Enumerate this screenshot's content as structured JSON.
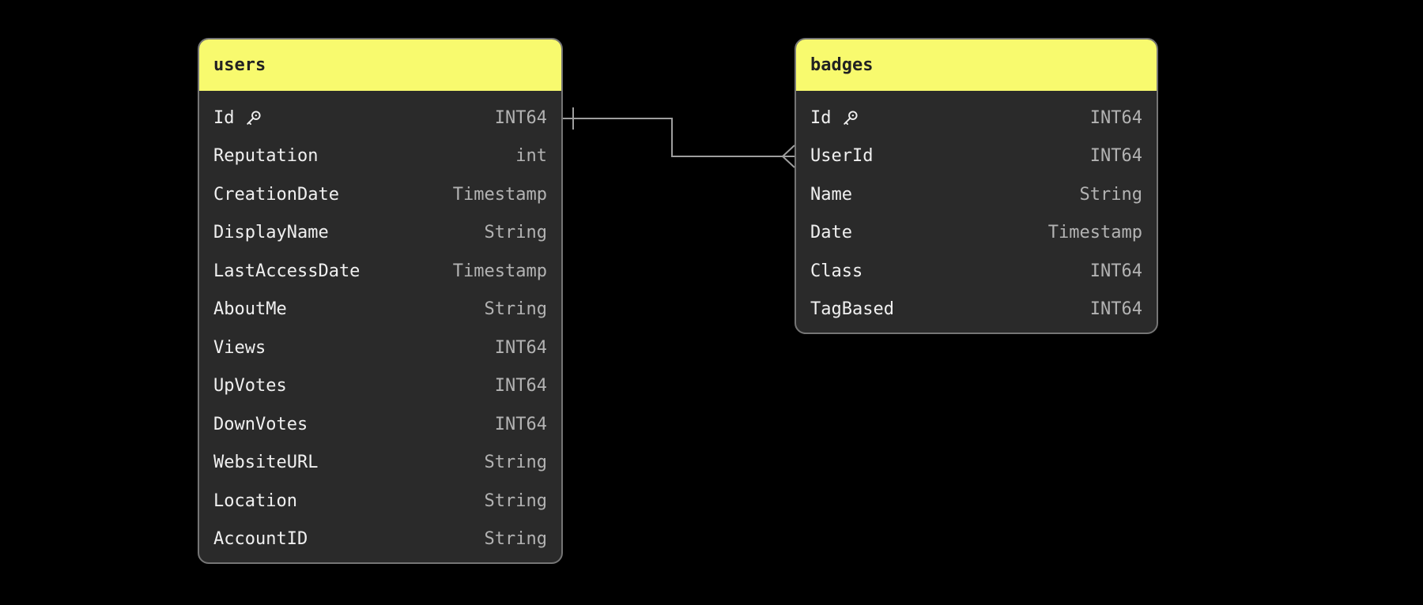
{
  "colors": {
    "background": "#000000",
    "header_bg": "#f8fa6e",
    "header_text": "#222222",
    "body_bg": "#2a2a2a",
    "field_text": "#f0f0f0",
    "type_text": "#b3b3b3",
    "border": "#757575",
    "connector": "#9e9e9e"
  },
  "tables": [
    {
      "id": "users",
      "title": "users",
      "fields": [
        {
          "name": "Id",
          "type": "INT64",
          "key": true
        },
        {
          "name": "Reputation",
          "type": "int",
          "key": false
        },
        {
          "name": "CreationDate",
          "type": "Timestamp",
          "key": false
        },
        {
          "name": "DisplayName",
          "type": "String",
          "key": false
        },
        {
          "name": "LastAccessDate",
          "type": "Timestamp",
          "key": false
        },
        {
          "name": "AboutMe",
          "type": "String",
          "key": false
        },
        {
          "name": "Views",
          "type": "INT64",
          "key": false
        },
        {
          "name": "UpVotes",
          "type": "INT64",
          "key": false
        },
        {
          "name": "DownVotes",
          "type": "INT64",
          "key": false
        },
        {
          "name": "WebsiteURL",
          "type": "String",
          "key": false
        },
        {
          "name": "Location",
          "type": "String",
          "key": false
        },
        {
          "name": "AccountID",
          "type": "String",
          "key": false
        }
      ]
    },
    {
      "id": "badges",
      "title": "badges",
      "fields": [
        {
          "name": "Id",
          "type": "INT64",
          "key": true
        },
        {
          "name": "UserId",
          "type": "INT64",
          "key": false
        },
        {
          "name": "Name",
          "type": "String",
          "key": false
        },
        {
          "name": "Date",
          "type": "Timestamp",
          "key": false
        },
        {
          "name": "Class",
          "type": "INT64",
          "key": false
        },
        {
          "name": "TagBased",
          "type": "INT64",
          "key": false
        }
      ]
    }
  ],
  "relationships": [
    {
      "from_table": "users",
      "from_field": "Id",
      "from_cardinality": "one",
      "to_table": "badges",
      "to_field": "UserId",
      "to_cardinality": "many"
    }
  ]
}
